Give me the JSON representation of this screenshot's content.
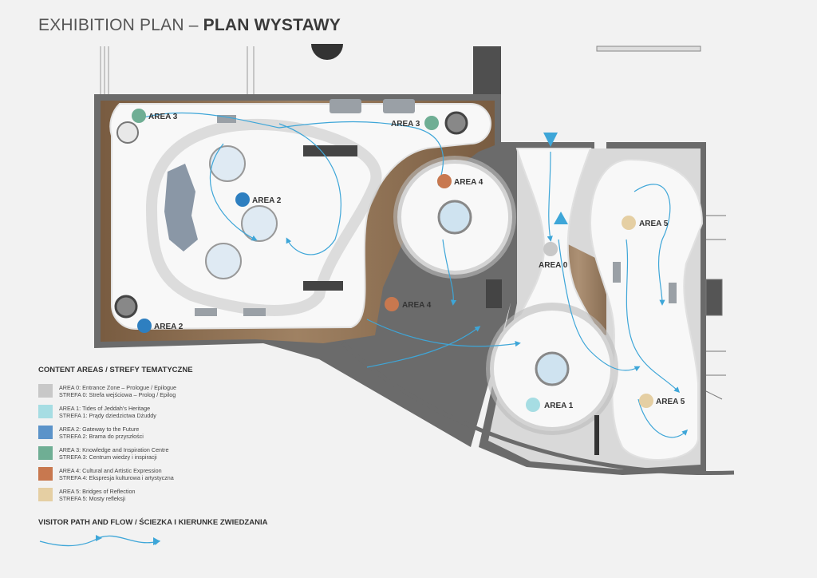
{
  "title": {
    "light": "EXHIBITION PLAN –",
    "bold": "PLAN WYSTAWY"
  },
  "colors": {
    "area0": "#c8c8c8",
    "area1": "#a6dde3",
    "area2": "#2e7fc0",
    "area3": "#6fae94",
    "area4": "#c8784f",
    "area5": "#e5cfa3",
    "path": "#3ea6d8",
    "wall": "#5b5b5b",
    "floor": "#f8f8f8",
    "wood": "#8a6a4a"
  },
  "map_labels": {
    "area3_a": "AREA 3",
    "area3_b": "AREA 3",
    "area2_a": "AREA 2",
    "area2_b": "AREA 2",
    "area4_a": "AREA 4",
    "area4_b": "AREA 4",
    "area0": "AREA 0",
    "area1": "AREA 1",
    "area5_a": "AREA 5",
    "area5_b": "AREA 5"
  },
  "legend": {
    "heading": "CONTENT AREAS / STREFY TEMATYCZNE",
    "items": [
      {
        "en": "AREA 0: Entrance Zone – Prologue / Epilogue",
        "pl": "STREFA 0: Strefa wejściowa – Prolog / Epilog",
        "color": "#c8c8c8"
      },
      {
        "en": "AREA 1: Tides of Jeddah’s Heritage",
        "pl": "STREFA 1: Prądy dziedzictwa Dżuddy",
        "color": "#a6dde3"
      },
      {
        "en": "AREA 2: Gateway to the Future",
        "pl": "STREFA 2: Brama do przyszłości",
        "color": "#5b93c9"
      },
      {
        "en": "AREA 3: Knowledge and Inspiration Centre",
        "pl": "STREFA 3: Centrum wiedzy i inspiracji",
        "color": "#6fae94"
      },
      {
        "en": "AREA 4: Cultural and Artistic Expression",
        "pl": "STREFA 4: Ekspresja kulturowa i artystyczna",
        "color": "#c8784f"
      },
      {
        "en": "AREA 5: Bridges of Reflection",
        "pl": "STREFA 5: Mosty refleksji",
        "color": "#e5cfa3"
      }
    ]
  },
  "flow": {
    "heading": "VISITOR PATH AND FLOW / ŚCIEZKA I KIERUNKE ZWIEDZANIA"
  }
}
